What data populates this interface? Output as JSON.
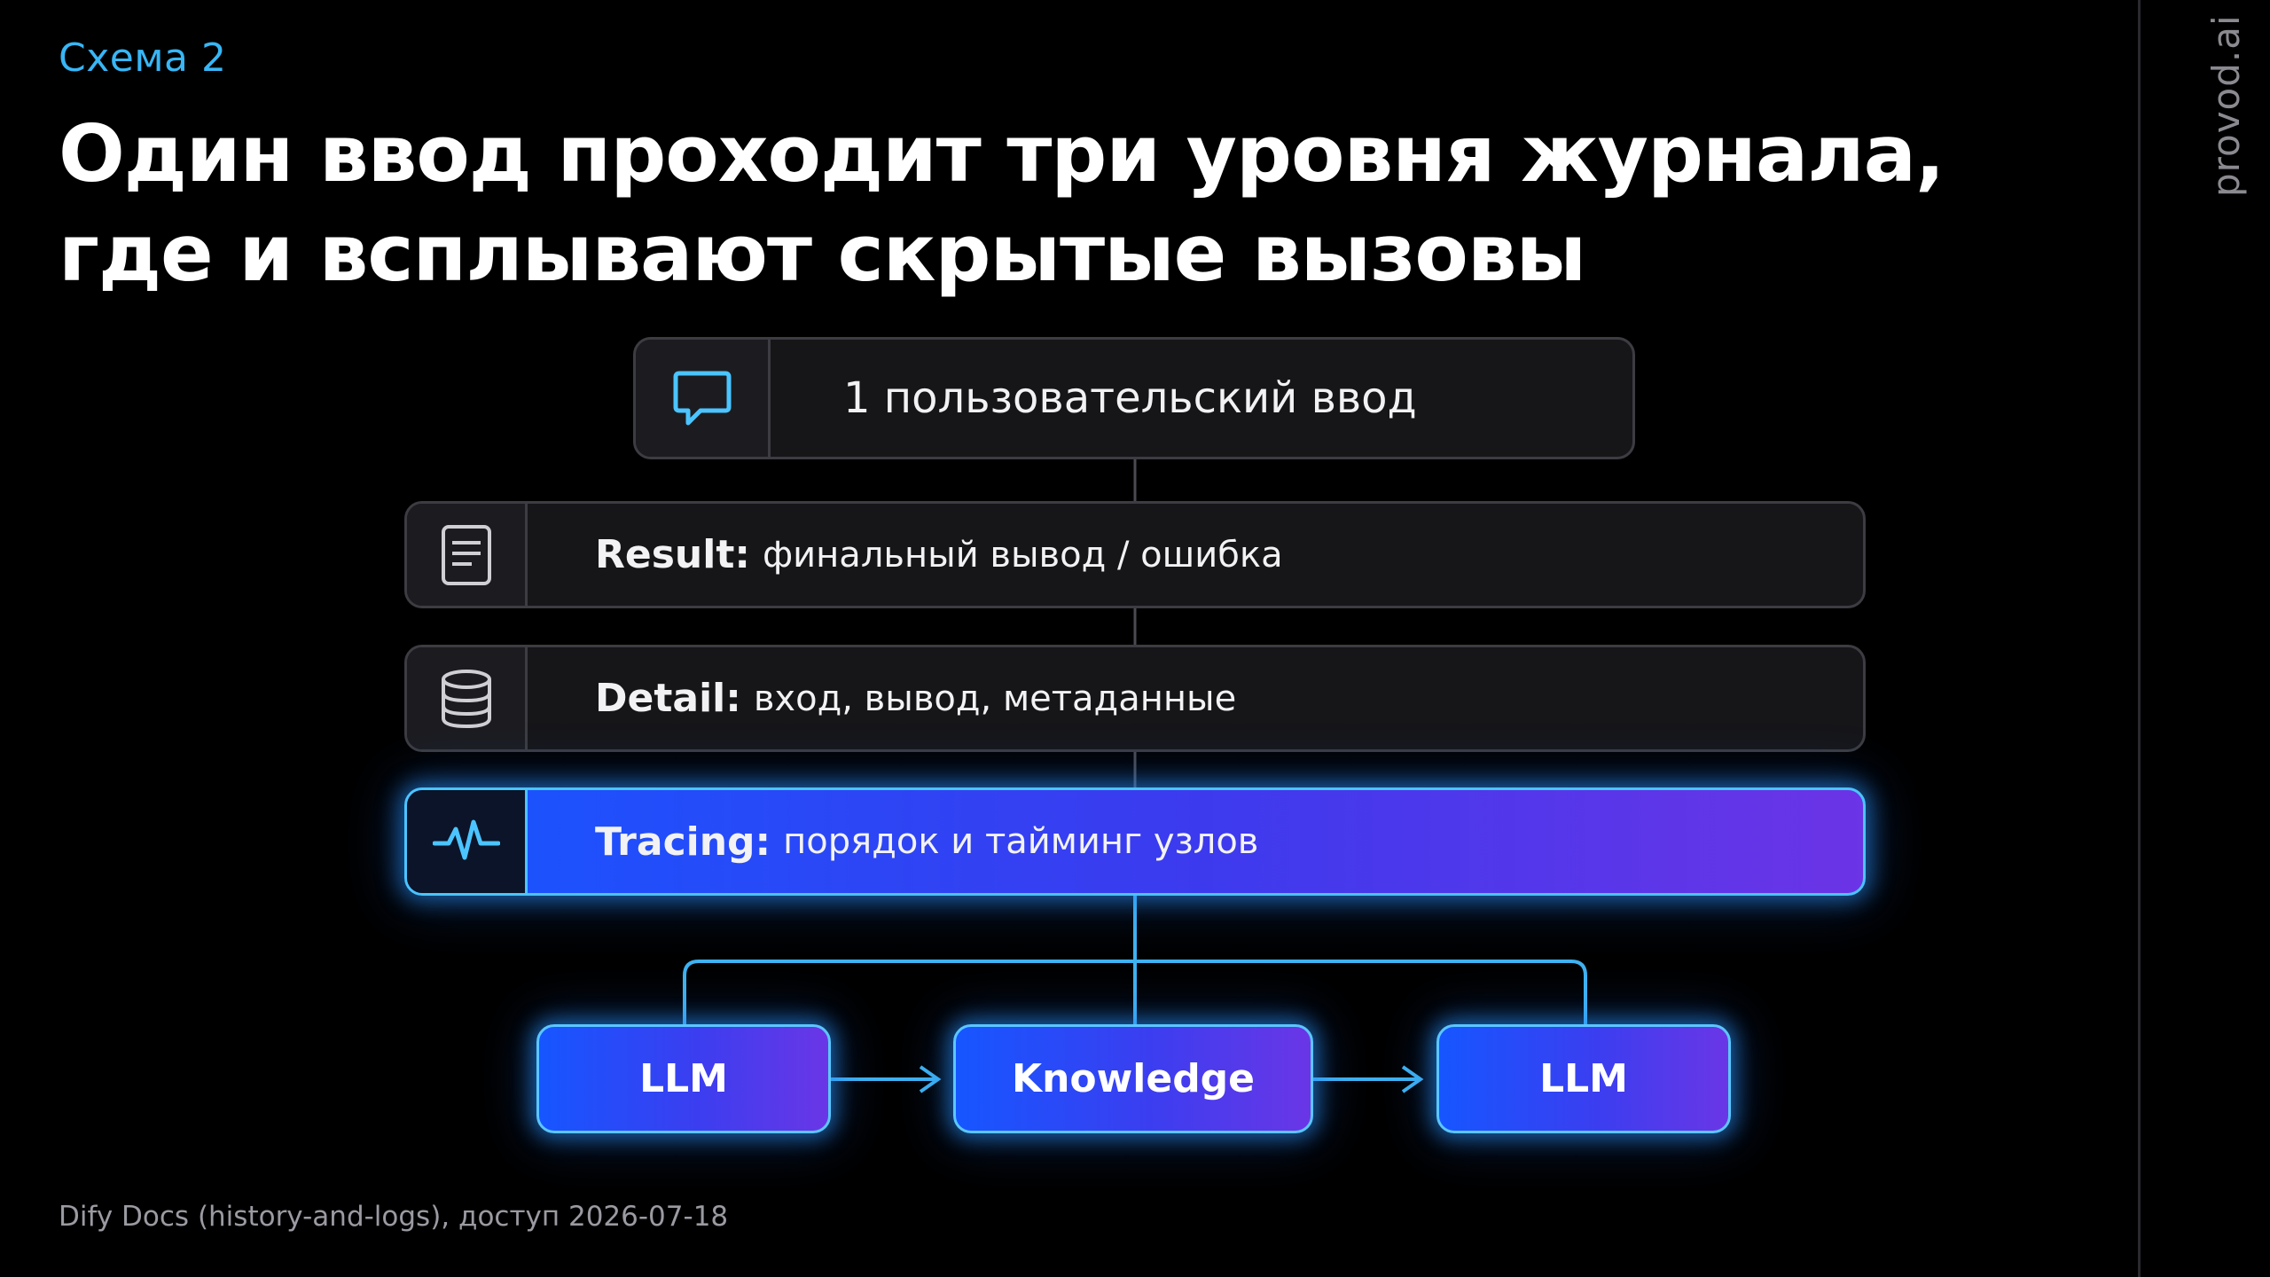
{
  "header": {
    "kicker": "Схема 2",
    "title_line1": "Один ввод проходит три уровня журнала,",
    "title_line2": "где и всплывают скрытые вызовы"
  },
  "brand": "provod.ai",
  "source": "Dify Docs (history-and-logs), доступ 2026-07-18",
  "colors": {
    "background": "#000000",
    "accent_cyan": "#38b6f5",
    "panel": "#161619",
    "panel_border": "#3c3c42",
    "highlight_gradient_start": "#1656ff",
    "highlight_gradient_end": "#6b34e6",
    "glow": "#4bc4ff"
  },
  "input_box": {
    "icon": "chat-bubble-icon",
    "label": "1 пользовательский ввод"
  },
  "levels": [
    {
      "icon": "document-icon",
      "name": "Result:",
      "description": "финальный вывод / ошибка",
      "highlighted": false
    },
    {
      "icon": "database-icon",
      "name": "Detail:",
      "description": "вход, вывод, метаданные",
      "highlighted": false
    },
    {
      "icon": "pulse-icon",
      "name": "Tracing:",
      "description": "порядок и тайминг узлов",
      "highlighted": true
    }
  ],
  "nodes": [
    {
      "label": "LLM"
    },
    {
      "label": "Knowledge"
    },
    {
      "label": "LLM"
    }
  ]
}
